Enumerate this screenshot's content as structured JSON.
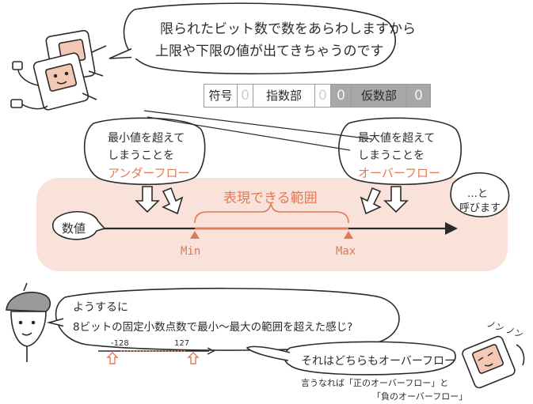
{
  "top_bubble": {
    "line1": "限られたビット数で数をあらわしますから",
    "line2": "上限や下限の値が出てきちゃうのです"
  },
  "bit_format": {
    "cells": [
      "符号",
      "0",
      "指数部",
      "0",
      "0",
      "仮数部",
      "0"
    ]
  },
  "left_bubble": {
    "line1": "最小値を超えて",
    "line2": "しまうことを",
    "term": "アンダーフロー"
  },
  "right_bubble": {
    "line1": "最大値を超えて",
    "line2": "しまうことを",
    "term": "オーバーフロー"
  },
  "call_bubble": {
    "line1": "…と",
    "line2": "呼びます"
  },
  "number_line": {
    "label": "数値",
    "range_label": "表現できる範囲",
    "min_label": "Min",
    "max_label": "Max"
  },
  "bottom_bubble": {
    "line1": "ようするに",
    "line2": "8ビットの固定小数点数で最小～最大の範囲を超えた感じ?",
    "tick_min": "-128",
    "tick_max": "127"
  },
  "reply_bubble": {
    "text": "それはどちらもオーバーフロー"
  },
  "footnote": {
    "line1": "言うなれば「正のオーバーフロー」と",
    "line2": "「負のオーバーフロー」"
  },
  "sfx": {
    "text": "ノン ノン"
  },
  "colors": {
    "accent": "#e07a56",
    "band": "#f8e2d9",
    "cell_gray": "#a8a8a8",
    "ink": "#2b2b2b"
  }
}
